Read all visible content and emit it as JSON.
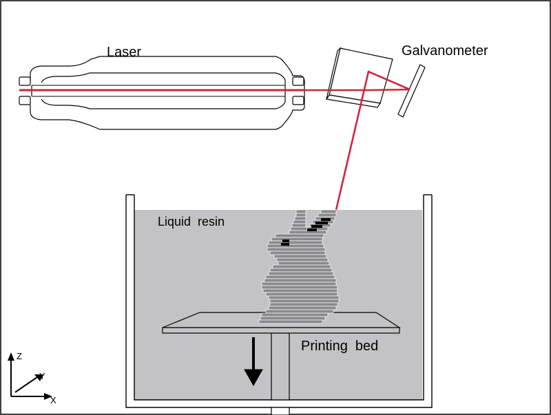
{
  "labels": {
    "laser": "Laser",
    "galvanometer": "Galvanometer",
    "liquid_resin": "Liquid  resin",
    "printing_bed": "Printing  bed",
    "axis_z": "Z",
    "axis_y": "Y",
    "axis_x": "X"
  },
  "colors": {
    "beam": "#d0243a",
    "resin": "#c3c3c5",
    "print_layer": "#8a8a8d",
    "outline": "#000000"
  },
  "icons": {
    "move_direction": "arrow-down-icon"
  }
}
